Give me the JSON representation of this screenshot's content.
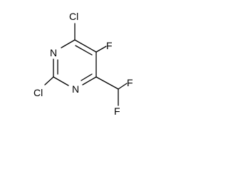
{
  "molecule": {
    "atoms": {
      "cl_top": "Cl",
      "n_upper": "N",
      "f_ring": "F",
      "cl_left": "Cl",
      "n_lower": "N",
      "f_upper": "F",
      "f_lower": "F"
    },
    "colors": {
      "bond": "#000000",
      "label": "#000000",
      "background": "#ffffff"
    }
  }
}
